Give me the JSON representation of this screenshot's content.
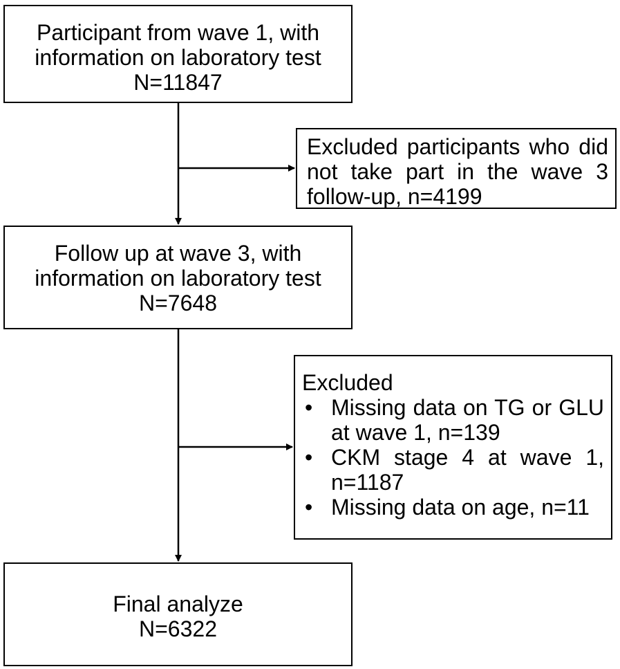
{
  "boxes": {
    "wave1": {
      "line1": "Participant from wave 1, with",
      "line2": "information on laboratory test",
      "count": "N=11847"
    },
    "wave3": {
      "line1": "Follow up at wave 3, with",
      "line2": "information on laboratory test",
      "count": "N=7648"
    },
    "final": {
      "line1": "Final analyze",
      "count": "N=6322"
    }
  },
  "exclusions": {
    "first": {
      "text": "Excluded participants who did not take part in the wave 3 follow-up, n=4199"
    },
    "second": {
      "heading": "Excluded",
      "items": [
        "Missing data on TG or GLU at wave 1, n=139",
        "CKM stage 4 at wave 1, n=1187",
        "Missing data on age, n=11"
      ],
      "bullet": "•"
    }
  }
}
